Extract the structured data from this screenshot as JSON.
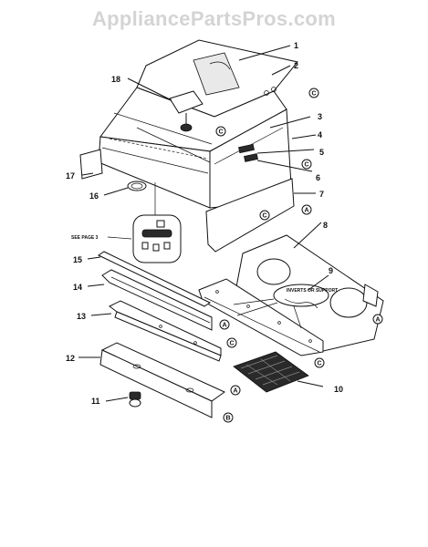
{
  "watermark": "AppliancePartsPros.com",
  "callouts": {
    "c1": "1",
    "c2": "2",
    "c3": "3",
    "c4": "4",
    "c5": "5",
    "c6": "6",
    "c7": "7",
    "c8": "8",
    "c9": "9",
    "c10": "10",
    "c11": "11",
    "c12": "12",
    "c13": "13",
    "c14": "14",
    "c15": "15",
    "c16": "16",
    "c17": "17",
    "c18": "18"
  },
  "refs": {
    "a": "A",
    "b": "B",
    "c": "C"
  },
  "notes": {
    "see_page": "SEE PAGE 3",
    "wiring": "INVERTS OR SUPPORT"
  }
}
